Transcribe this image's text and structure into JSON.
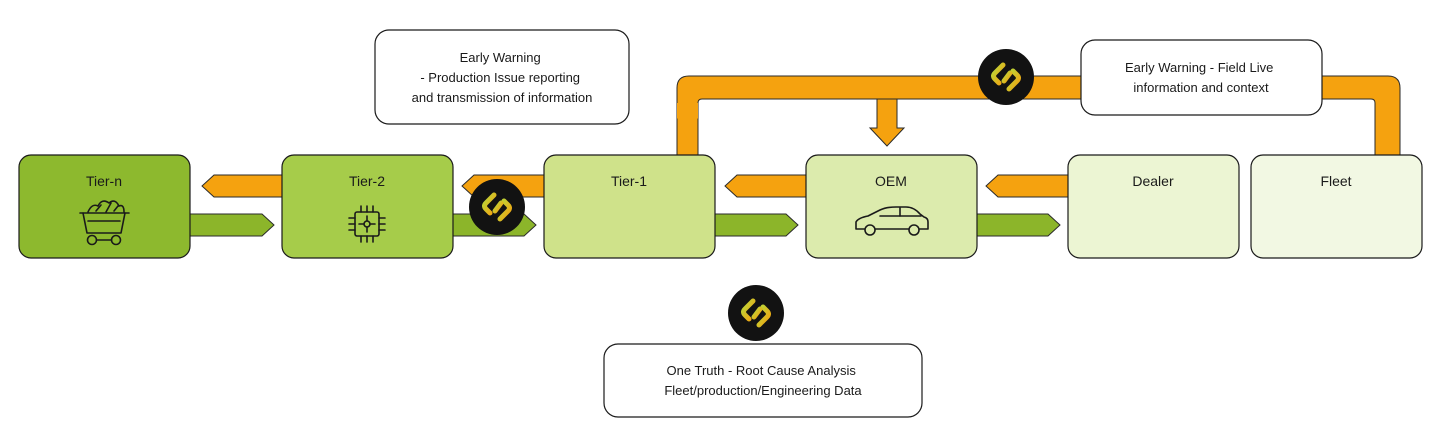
{
  "colors": {
    "orange": "#f5a20f",
    "orange_stroke": "#2a2a2a",
    "green_arrow": "#8cb52a",
    "tier_n_fill": "#8db92e",
    "tier_2_fill": "#a6cc4a",
    "tier_1_fill": "#cfe28a",
    "oem_fill": "#dcebad",
    "dealer_fill": "#ecf5d3",
    "fleet_fill": "#f2f8e3",
    "node_stroke": "#1a1a1a",
    "badge_bg": "#121212"
  },
  "nodes": {
    "tier_n": {
      "label": "Tier-n",
      "icon": "mine-cart-icon"
    },
    "tier_2": {
      "label": "Tier-2",
      "icon": "chip-icon"
    },
    "tier_1": {
      "label": "Tier-1"
    },
    "oem": {
      "label": "OEM",
      "icon": "car-icon"
    },
    "dealer": {
      "label": "Dealer"
    },
    "fleet": {
      "label": "Fleet"
    }
  },
  "notes": {
    "production_warning": [
      "Early Warning",
      "- Production Issue reporting",
      "and transmission of information"
    ],
    "field_warning": [
      "Early Warning - Field Live",
      "information and context"
    ],
    "one_truth": [
      "One Truth - Root Cause Analysis",
      "Fleet/production/Engineering Data"
    ]
  },
  "badges": {
    "icon": "link-logo-icon"
  }
}
